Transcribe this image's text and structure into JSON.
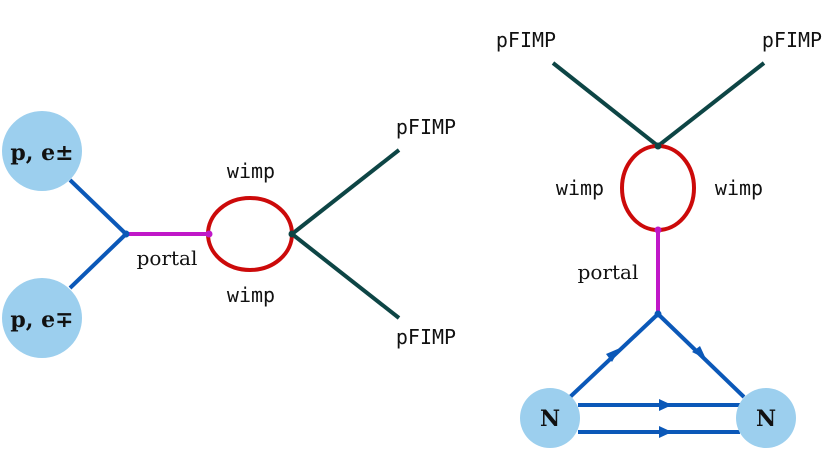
{
  "colors": {
    "blob_fill": "#9ccfee",
    "fermion_line": "#0b58b8",
    "portal_line": "#c018c8",
    "loop_line": "#cc0a0a",
    "pfimp_line": "#0d4545",
    "text": "#111111"
  },
  "left_diagram": {
    "incoming_top_label": "p, e±",
    "incoming_bottom_label": "p, e∓",
    "portal_label": "portal",
    "loop_top_label": "wimp",
    "loop_bottom_label": "wimp",
    "outgoing_top_label": "pFIMP",
    "outgoing_bottom_label": "pFIMP"
  },
  "right_diagram": {
    "outgoing_left_label": "pFIMP",
    "outgoing_right_label": "pFIMP",
    "loop_left_label": "wimp",
    "loop_right_label": "wimp",
    "portal_label": "portal",
    "nucleus_left_label": "N",
    "nucleus_right_label": "N"
  }
}
